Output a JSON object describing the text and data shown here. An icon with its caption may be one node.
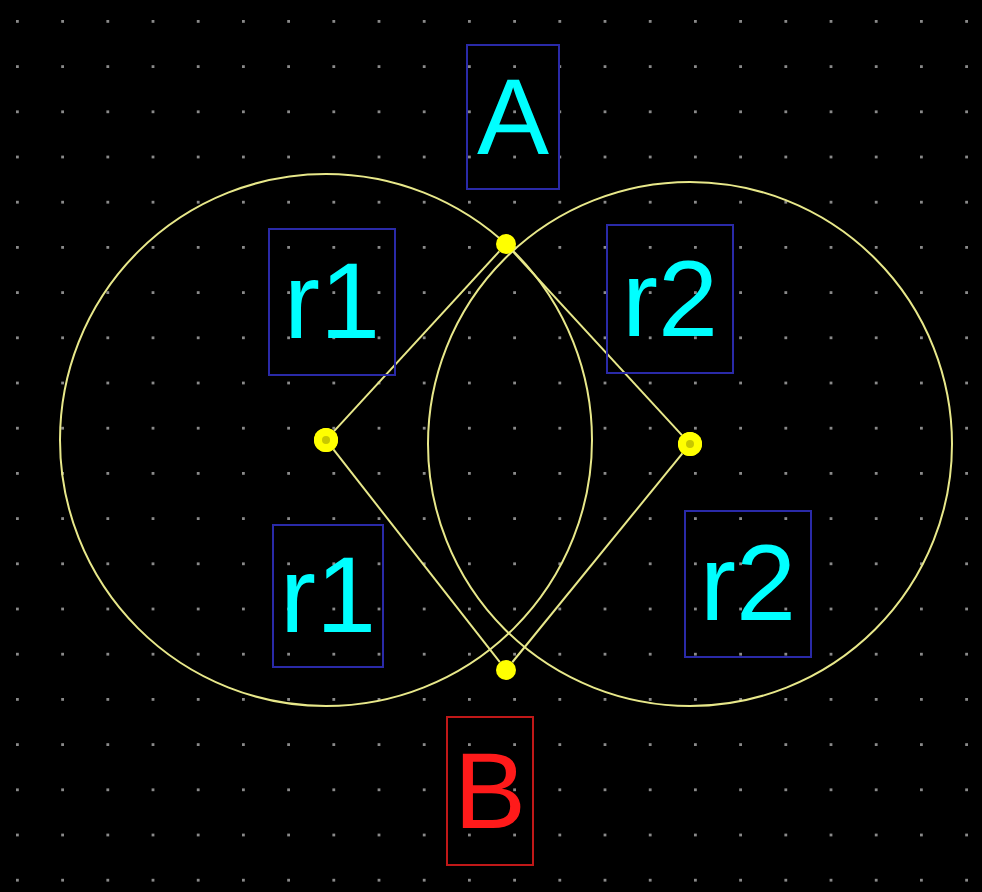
{
  "diagram": {
    "nodes": [
      {
        "text": [
          "A"
        ]
      },
      {
        "text": [
          "r1"
        ]
      },
      {
        "text": [
          "r2"
        ]
      },
      {
        "text": [],
        "shape": "circle"
      },
      {
        "text": [],
        "shape": "circle"
      },
      {
        "text": [],
        "shape": "circle"
      },
      {
        "text": [],
        "shape": "circle"
      },
      {
        "text": [
          "r1"
        ]
      },
      {
        "text": [
          "r2"
        ]
      },
      {
        "text": [
          "B"
        ]
      }
    ],
    "edges": [
      {
        "from": 4,
        "to": 3,
        "arrow": "none"
      },
      {
        "from": 4,
        "to": 6,
        "arrow": "none"
      },
      {
        "from": 5,
        "to": 3,
        "arrow": "none"
      },
      {
        "from": 5,
        "to": 6,
        "arrow": "none"
      }
    ]
  }
}
